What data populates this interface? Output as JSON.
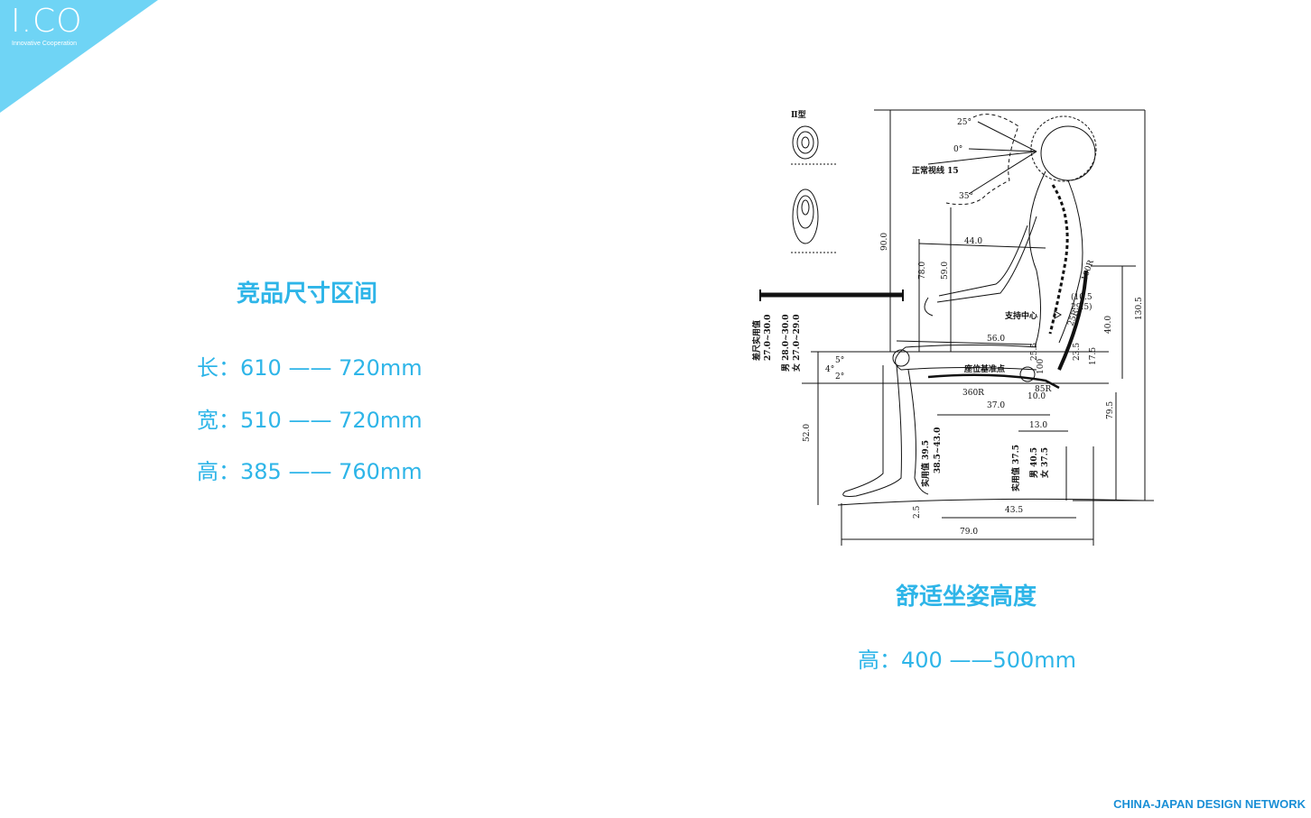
{
  "logo": {
    "text": "I.CO",
    "subtitle": "Innovative Cooperation"
  },
  "left_panel": {
    "title": "竞品尺寸区间",
    "specs": [
      {
        "label": "长：",
        "range": "610 —— 720mm"
      },
      {
        "label": "宽：",
        "range": "510 —— 720mm"
      },
      {
        "label": "高：",
        "range": "385 —— 760mm"
      }
    ]
  },
  "right_panel": {
    "title": "舒适坐姿高度",
    "spec": {
      "label": "高：",
      "range": "400 ——500mm"
    }
  },
  "diagram": {
    "type_label": "Ⅱ型",
    "sightline": "正常视线 15",
    "angles": [
      "25°",
      "0°",
      "35°",
      "5°",
      "4°",
      "2°"
    ],
    "dims": [
      "90.0",
      "78.0",
      "59.0",
      "44.0",
      "56.0",
      "37.0",
      "10.0",
      "13.0",
      "52.0",
      "79.0",
      "43.5",
      "2.5",
      "130.5",
      "79.5",
      "40.0",
      "17.5",
      "23.5",
      "25.5",
      "100",
      "25R",
      "85R",
      "360R",
      "100R",
      "(10.5",
      "29.5)"
    ],
    "support_center": "支持中心",
    "seat_ref": "座位基准点",
    "diff_label": "差尺实用值",
    "diff_range": "27.0~30.0",
    "men_diff": "男 28.0~30.0",
    "women_diff": "女 27.0~29.0",
    "practical_1": "实用值 39.5",
    "range_1": "38.5~43.0",
    "practical_2": "实用值 37.5",
    "men_2": "男 40.5",
    "women_2": "女 37.5"
  },
  "footer": "CHINA-JAPAN  DESIGN NETWORK",
  "colors": {
    "accent": "#2eb5e8",
    "corner": "#6fd4f5",
    "footer": "#1a8fd6"
  }
}
